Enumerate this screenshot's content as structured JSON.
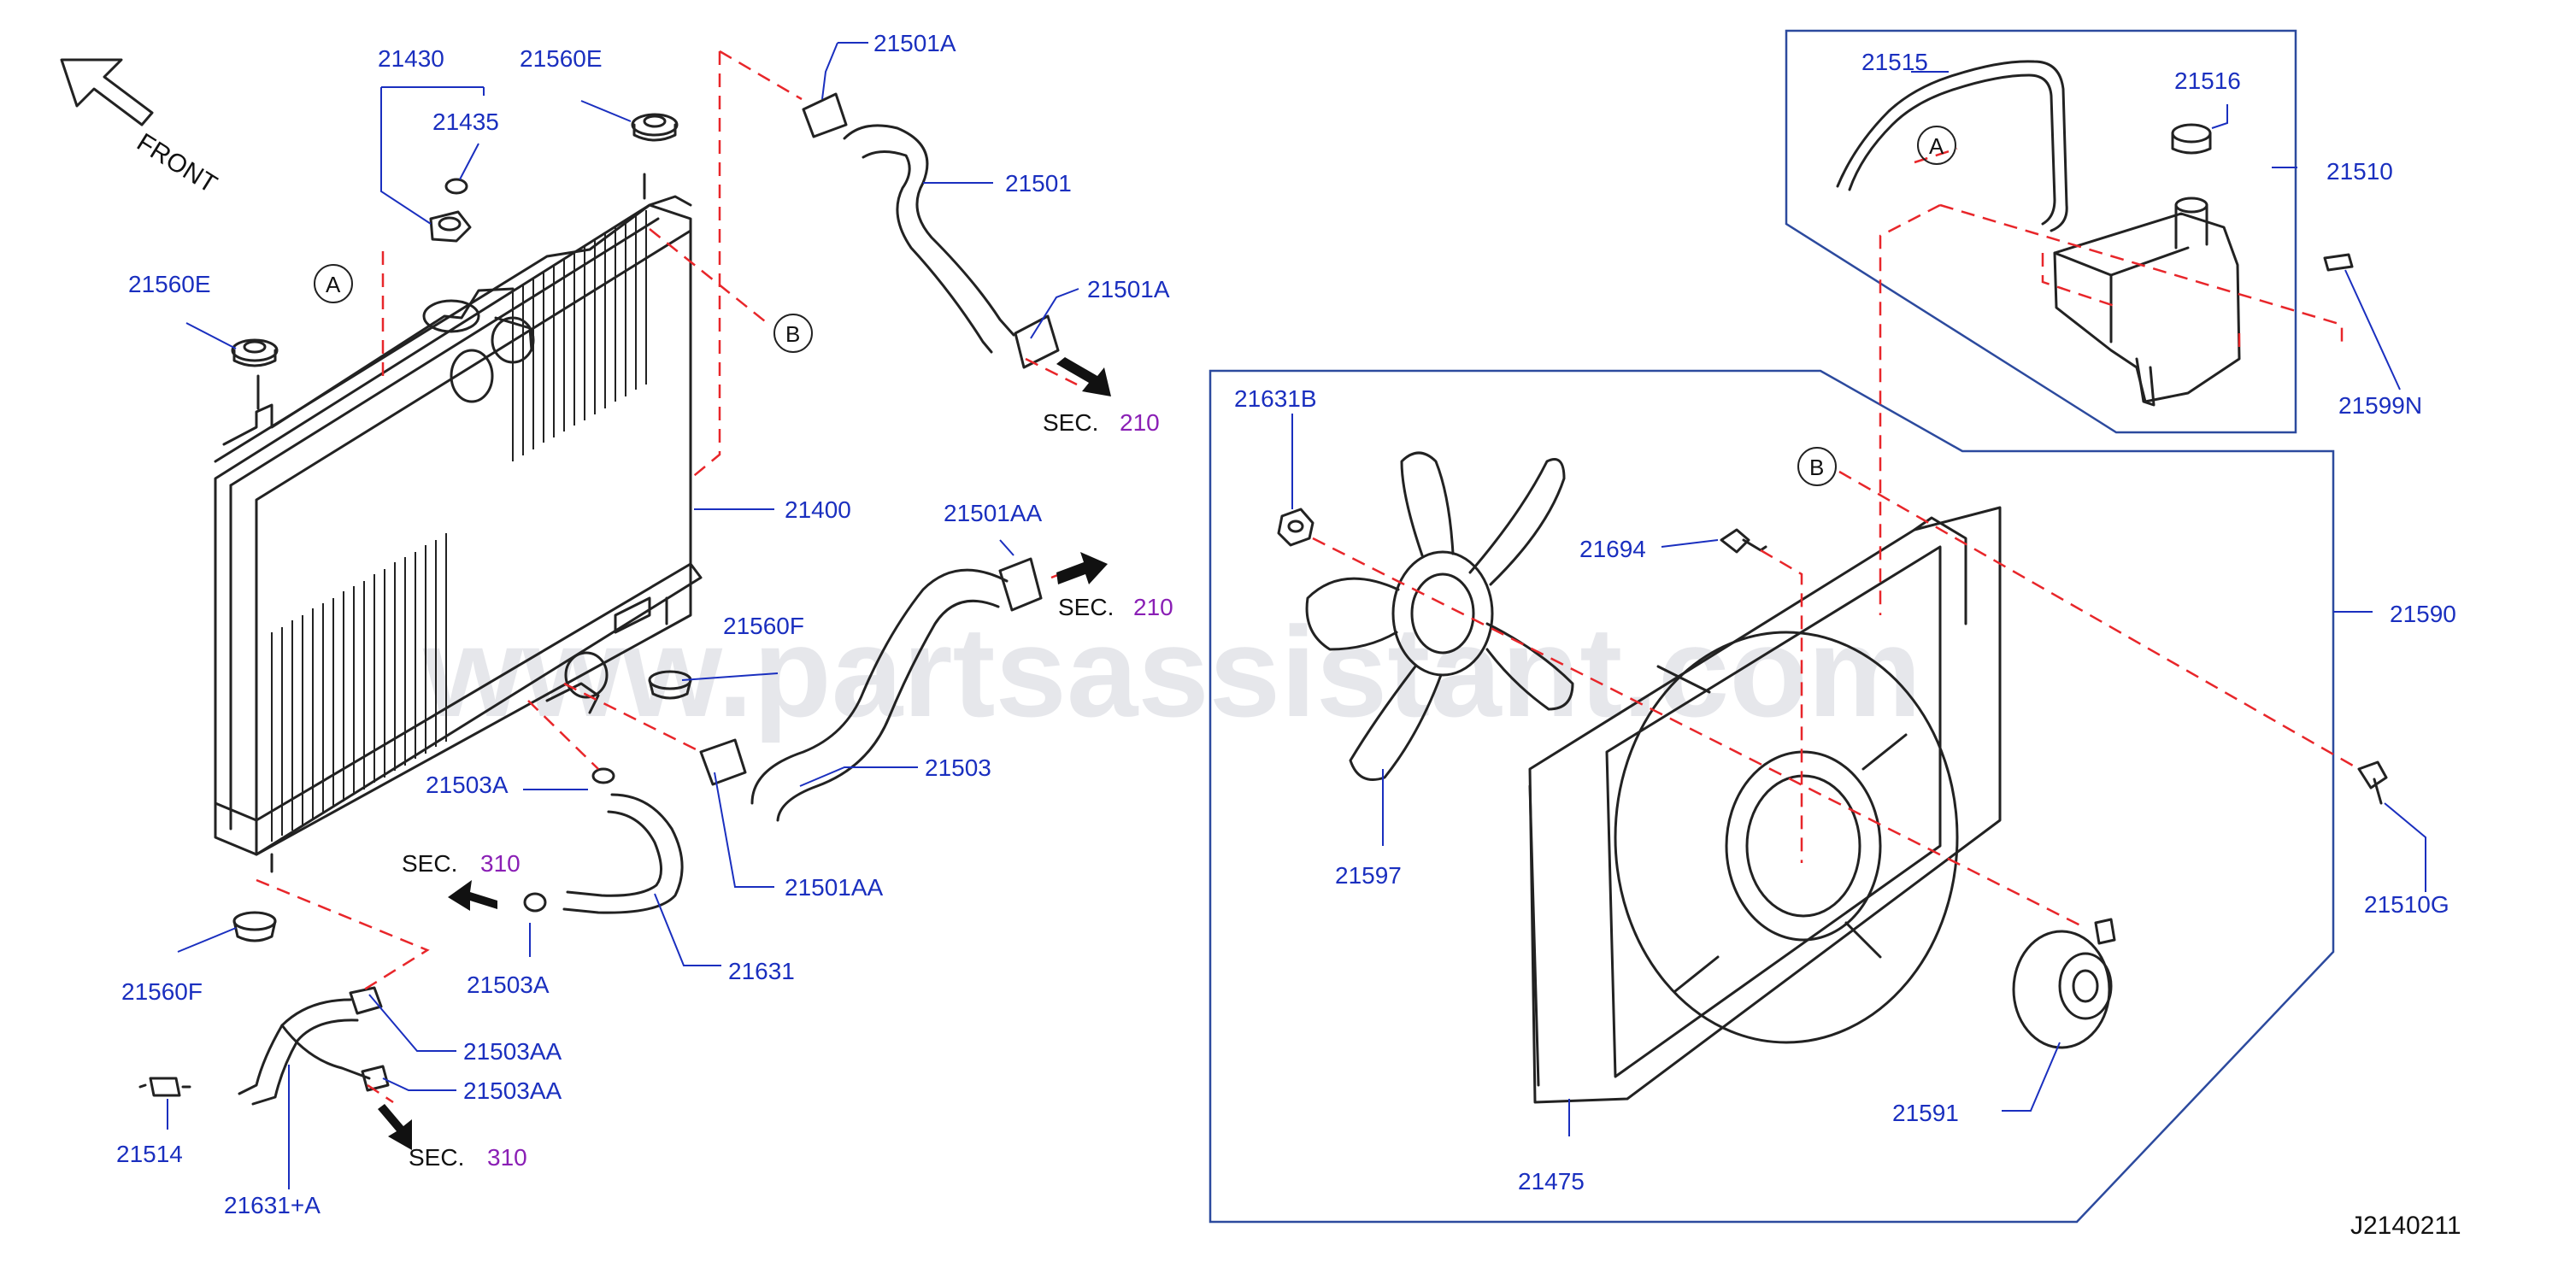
{
  "orientation": {
    "front": "FRONT"
  },
  "parts": [
    {
      "id": "21430",
      "label": "21430"
    },
    {
      "id": "21435",
      "label": "21435"
    },
    {
      "id": "21560E_top",
      "label": "21560E"
    },
    {
      "id": "21560E_left",
      "label": "21560E"
    },
    {
      "id": "21501A_top",
      "label": "21501A"
    },
    {
      "id": "21501",
      "label": "21501"
    },
    {
      "id": "21501A_bottom",
      "label": "21501A"
    },
    {
      "id": "21400",
      "label": "21400"
    },
    {
      "id": "21501AA_top",
      "label": "21501AA"
    },
    {
      "id": "21560F_mid",
      "label": "21560F"
    },
    {
      "id": "21503",
      "label": "21503"
    },
    {
      "id": "21503A_left",
      "label": "21503A"
    },
    {
      "id": "21501AA_bottom",
      "label": "21501AA"
    },
    {
      "id": "21503A_bottom",
      "label": "21503A"
    },
    {
      "id": "21631",
      "label": "21631"
    },
    {
      "id": "21560F_bottom",
      "label": "21560F"
    },
    {
      "id": "21503AA_1",
      "label": "21503AA"
    },
    {
      "id": "21503AA_2",
      "label": "21503AA"
    },
    {
      "id": "21514",
      "label": "21514"
    },
    {
      "id": "21631A",
      "label": "21631+A"
    },
    {
      "id": "21515",
      "label": "21515"
    },
    {
      "id": "21516",
      "label": "21516"
    },
    {
      "id": "21510",
      "label": "21510"
    },
    {
      "id": "21599N",
      "label": "21599N"
    },
    {
      "id": "21631B",
      "label": "21631B"
    },
    {
      "id": "21694",
      "label": "21694"
    },
    {
      "id": "21590",
      "label": "21590"
    },
    {
      "id": "21597",
      "label": "21597"
    },
    {
      "id": "21510G",
      "label": "21510G"
    },
    {
      "id": "21475",
      "label": "21475"
    },
    {
      "id": "21591",
      "label": "21591"
    }
  ],
  "section_refs": [
    {
      "prefix": "SEC.",
      "number": "210"
    },
    {
      "prefix": "SEC.",
      "number": "210"
    },
    {
      "prefix": "SEC.",
      "number": "310"
    },
    {
      "prefix": "SEC.",
      "number": "310"
    }
  ],
  "connection_markers": [
    "A",
    "B",
    "A",
    "B"
  ],
  "watermark": "www.partsassistant.com",
  "diagram_code": "J2140211",
  "colors": {
    "label": "#1a2fbf",
    "section_number": "#8a1fb5",
    "dashed_line": "#e8262a",
    "group_box": "#2c4a9e"
  }
}
